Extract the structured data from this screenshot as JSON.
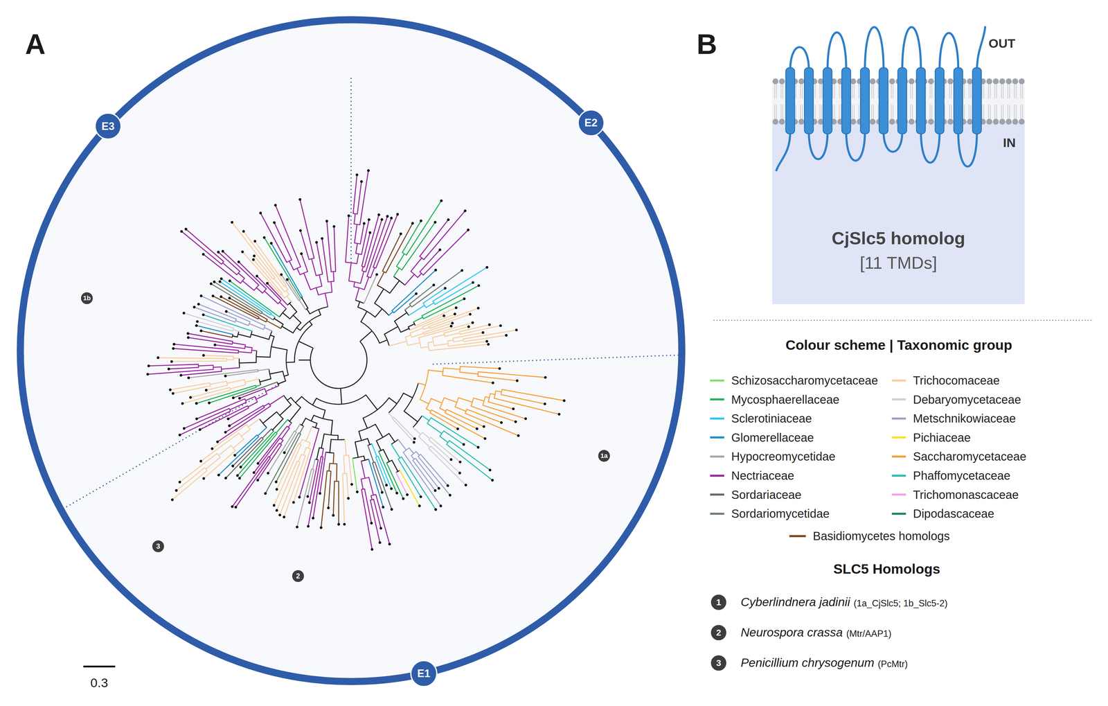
{
  "diagram": {
    "nodes": [
      {
        "text": [
          "E3"
        ]
      },
      {
        "text": [
          "E2"
        ]
      },
      {
        "text": [
          "1b"
        ]
      },
      {
        "text": [
          "1a"
        ]
      },
      {
        "text": [
          "3"
        ]
      },
      {
        "text": [
          "2"
        ]
      },
      {
        "text": [
          "E1"
        ]
      },
      {
        "text": [
          "CjSlc5 homolog",
          "[11 TMDs]"
        ]
      },
      {
        "text": [
          "1"
        ]
      },
      {
        "text": [
          "2"
        ]
      },
      {
        "text": [
          "3"
        ]
      }
    ],
    "labels": [
      "A",
      "B",
      "0.3",
      "OUT",
      "IN",
      "Colour scheme | Taxonomic group",
      "SLC5 Homologs",
      "Cyberlindnera jadinii",
      "(1a_CjSlc5; 1b_Slc5-2)",
      "Neurospora crassa",
      "(Mtr/AAP1)",
      "Penicillium chrysogenum",
      "(PcMtr)"
    ],
    "legend": [
      {
        "text": "Schizosaccharomycetaceae",
        "color": "#86e06a"
      },
      {
        "text": "Mycosphaerellaceae",
        "color": "#22b35a"
      },
      {
        "text": "Sclerotiniaceae",
        "color": "#34c8f2"
      },
      {
        "text": "Glomerellaceae",
        "color": "#1f8ec9"
      },
      {
        "text": "Hypocreomycetidae",
        "color": "#a9a9a9"
      },
      {
        "text": "Nectriaceae",
        "color": "#9a2aa0"
      },
      {
        "text": "Sordariaceae",
        "color": "#6a6a6a"
      },
      {
        "text": "Sordariomycetidae",
        "color": "#6f806f"
      },
      {
        "text": "Trichocomaceae",
        "color": "#f7cfa2"
      },
      {
        "text": "Debaryomycetaceae",
        "color": "#d2d2d2"
      },
      {
        "text": "Metschnikowiaceae",
        "color": "#9ca2cc"
      },
      {
        "text": "Pichiaceae",
        "color": "#f3e22a"
      },
      {
        "text": "Saccharomycetaceae",
        "color": "#f6a23c"
      },
      {
        "text": "Phaffomycetaceae",
        "color": "#2cbfb2"
      },
      {
        "text": "Trichomonascaceae",
        "color": "#f6a0e8"
      },
      {
        "text": "Dipodascaceae",
        "color": "#1b8a5c"
      },
      {
        "text": "Basidiomycetes homologs",
        "color": "#7b4a26"
      }
    ]
  }
}
